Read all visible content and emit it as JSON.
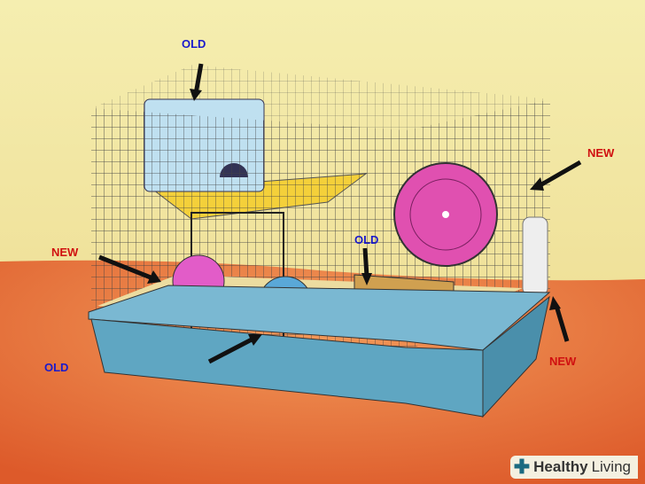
{
  "labels": {
    "old_top": "OLD",
    "new_wheel": "NEW",
    "new_ball": "NEW",
    "old_house": "OLD",
    "old_bedding": "OLD",
    "new_bottle": "NEW"
  },
  "logo": {
    "brand_bold": "Healthy",
    "brand_light": "Living"
  },
  "colors": {
    "old": "#1a1acc",
    "new": "#d01010",
    "wall": "#f2e6a0",
    "floor": "#e8703a",
    "tray": "#5fa6c2"
  }
}
